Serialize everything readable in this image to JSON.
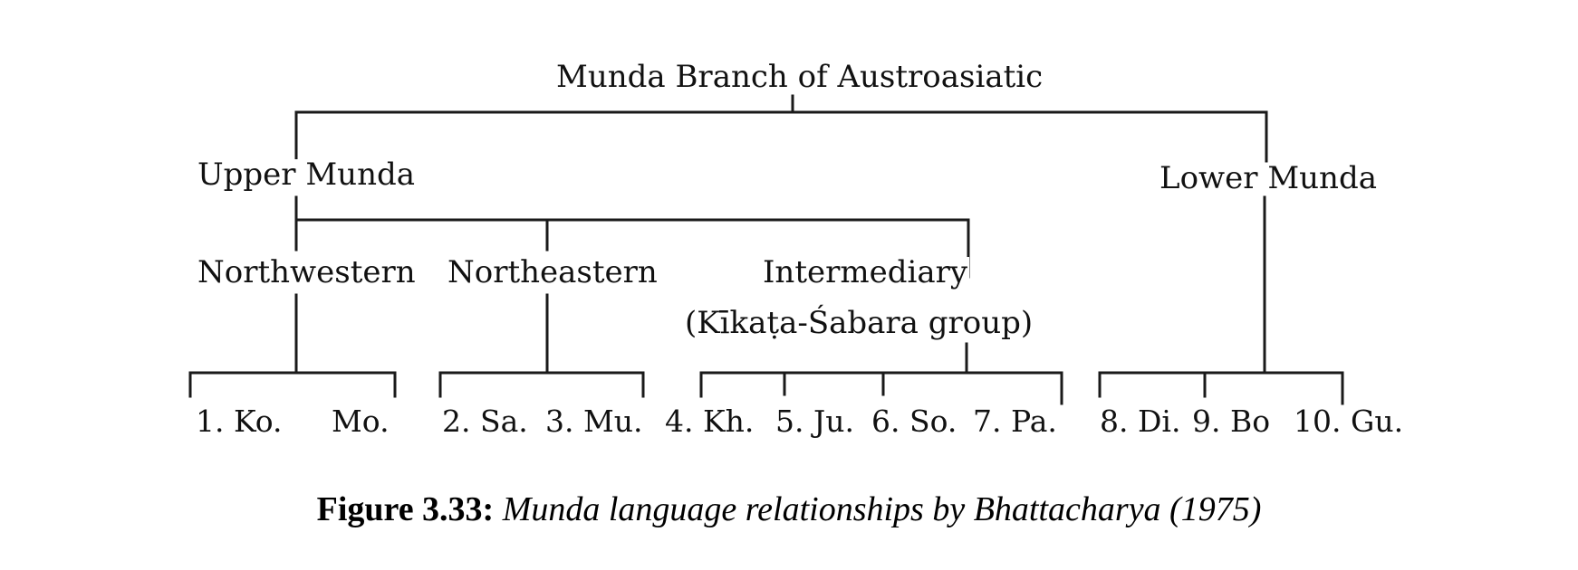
{
  "diagram": {
    "root": "Munda Branch of Austroasiatic",
    "branches": {
      "upper": "Upper Munda",
      "lower": "Lower Munda"
    },
    "subgroups": {
      "northwestern": "Northwestern",
      "northeastern": "Northeastern",
      "intermediary": "Intermediary",
      "intermediary_note": "(Kīkaṭa-Śabara group)"
    },
    "leaves": [
      "1. Ko.",
      "Mo.",
      "2. Sa.",
      "3. Mu.",
      "4. Kh.",
      "5. Ju.",
      "6. So.",
      "7. Pa.",
      "8. Di.",
      "9. Bo",
      "10. Gu."
    ]
  },
  "caption": {
    "label": "Figure 3.33:",
    "text": "Munda language relationships by Bhattacharya (1975)"
  }
}
